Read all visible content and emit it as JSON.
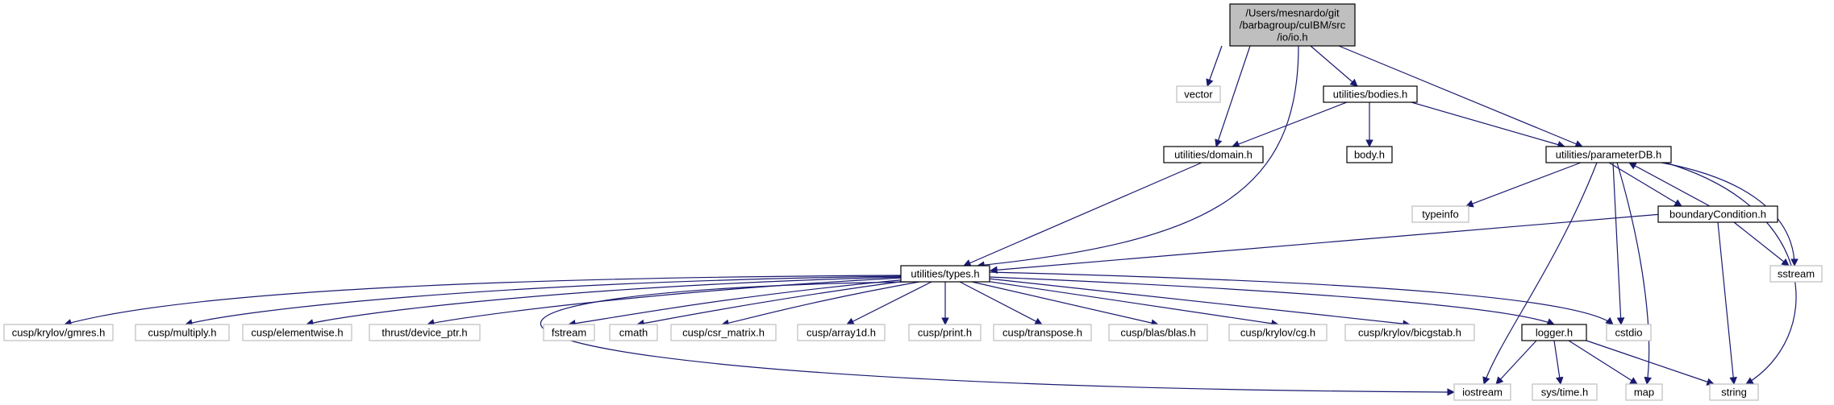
{
  "colors": {
    "edge": "#191970",
    "root_fill": "#bfbfbf",
    "internal_border": "#000000",
    "external_border": "#bfbfbf"
  },
  "nodes": [
    {
      "id": "io",
      "kind": "root",
      "lines": [
        "/Users/mesnardo/git",
        "/barbagroup/cuIBM/src",
        "/io/io.h"
      ]
    },
    {
      "id": "vector",
      "kind": "external",
      "lines": [
        "vector"
      ]
    },
    {
      "id": "bodies",
      "kind": "internal",
      "lines": [
        "utilities/bodies.h"
      ]
    },
    {
      "id": "domain",
      "kind": "internal",
      "lines": [
        "utilities/domain.h"
      ]
    },
    {
      "id": "body",
      "kind": "internal",
      "lines": [
        "body.h"
      ]
    },
    {
      "id": "paramdb",
      "kind": "internal",
      "lines": [
        "utilities/parameterDB.h"
      ]
    },
    {
      "id": "typeinfo",
      "kind": "external",
      "lines": [
        "typeinfo"
      ]
    },
    {
      "id": "bc",
      "kind": "internal",
      "lines": [
        "boundaryCondition.h"
      ]
    },
    {
      "id": "sstream",
      "kind": "external",
      "lines": [
        "sstream"
      ]
    },
    {
      "id": "types",
      "kind": "internal",
      "lines": [
        "utilities/types.h"
      ]
    },
    {
      "id": "gmres",
      "kind": "external",
      "lines": [
        "cusp/krylov/gmres.h"
      ]
    },
    {
      "id": "multiply",
      "kind": "external",
      "lines": [
        "cusp/multiply.h"
      ]
    },
    {
      "id": "elementwise",
      "kind": "external",
      "lines": [
        "cusp/elementwise.h"
      ]
    },
    {
      "id": "devptr",
      "kind": "external",
      "lines": [
        "thrust/device_ptr.h"
      ]
    },
    {
      "id": "fstream",
      "kind": "external",
      "lines": [
        "fstream"
      ]
    },
    {
      "id": "cmath",
      "kind": "external",
      "lines": [
        "cmath"
      ]
    },
    {
      "id": "csr",
      "kind": "external",
      "lines": [
        "cusp/csr_matrix.h"
      ]
    },
    {
      "id": "array1d",
      "kind": "external",
      "lines": [
        "cusp/array1d.h"
      ]
    },
    {
      "id": "print",
      "kind": "external",
      "lines": [
        "cusp/print.h"
      ]
    },
    {
      "id": "transpose",
      "kind": "external",
      "lines": [
        "cusp/transpose.h"
      ]
    },
    {
      "id": "blas",
      "kind": "external",
      "lines": [
        "cusp/blas/blas.h"
      ]
    },
    {
      "id": "cg",
      "kind": "external",
      "lines": [
        "cusp/krylov/cg.h"
      ]
    },
    {
      "id": "bicgstab",
      "kind": "external",
      "lines": [
        "cusp/krylov/bicgstab.h"
      ]
    },
    {
      "id": "logger",
      "kind": "internal",
      "lines": [
        "logger.h"
      ]
    },
    {
      "id": "cstdio",
      "kind": "external",
      "lines": [
        "cstdio"
      ]
    },
    {
      "id": "iostream",
      "kind": "external",
      "lines": [
        "iostream"
      ]
    },
    {
      "id": "systime",
      "kind": "external",
      "lines": [
        "sys/time.h"
      ]
    },
    {
      "id": "map",
      "kind": "external",
      "lines": [
        "map"
      ]
    },
    {
      "id": "string",
      "kind": "external",
      "lines": [
        "string"
      ]
    }
  ],
  "edges": [
    {
      "from": "io",
      "to": "vector"
    },
    {
      "from": "io",
      "to": "domain"
    },
    {
      "from": "io",
      "to": "types"
    },
    {
      "from": "io",
      "to": "bodies"
    },
    {
      "from": "io",
      "to": "paramdb"
    },
    {
      "from": "bodies",
      "to": "domain"
    },
    {
      "from": "bodies",
      "to": "body"
    },
    {
      "from": "bodies",
      "to": "paramdb"
    },
    {
      "from": "domain",
      "to": "types"
    },
    {
      "from": "paramdb",
      "to": "typeinfo"
    },
    {
      "from": "paramdb",
      "to": "bc"
    },
    {
      "from": "paramdb",
      "to": "sstream"
    },
    {
      "from": "paramdb",
      "to": "iostream"
    },
    {
      "from": "paramdb",
      "to": "cstdio"
    },
    {
      "from": "paramdb",
      "to": "map"
    },
    {
      "from": "paramdb",
      "to": "string"
    },
    {
      "from": "bc",
      "to": "paramdb"
    },
    {
      "from": "bc",
      "to": "types"
    },
    {
      "from": "bc",
      "to": "sstream"
    },
    {
      "from": "bc",
      "to": "string"
    },
    {
      "from": "types",
      "to": "gmres"
    },
    {
      "from": "types",
      "to": "multiply"
    },
    {
      "from": "types",
      "to": "elementwise"
    },
    {
      "from": "types",
      "to": "devptr"
    },
    {
      "from": "types",
      "to": "fstream"
    },
    {
      "from": "types",
      "to": "cmath"
    },
    {
      "from": "types",
      "to": "csr"
    },
    {
      "from": "types",
      "to": "array1d"
    },
    {
      "from": "types",
      "to": "print"
    },
    {
      "from": "types",
      "to": "transpose"
    },
    {
      "from": "types",
      "to": "blas"
    },
    {
      "from": "types",
      "to": "cg"
    },
    {
      "from": "types",
      "to": "bicgstab"
    },
    {
      "from": "types",
      "to": "logger"
    },
    {
      "from": "types",
      "to": "cstdio"
    },
    {
      "from": "types",
      "to": "iostream"
    },
    {
      "from": "logger",
      "to": "iostream"
    },
    {
      "from": "logger",
      "to": "systime"
    },
    {
      "from": "logger",
      "to": "map"
    },
    {
      "from": "logger",
      "to": "string"
    }
  ]
}
